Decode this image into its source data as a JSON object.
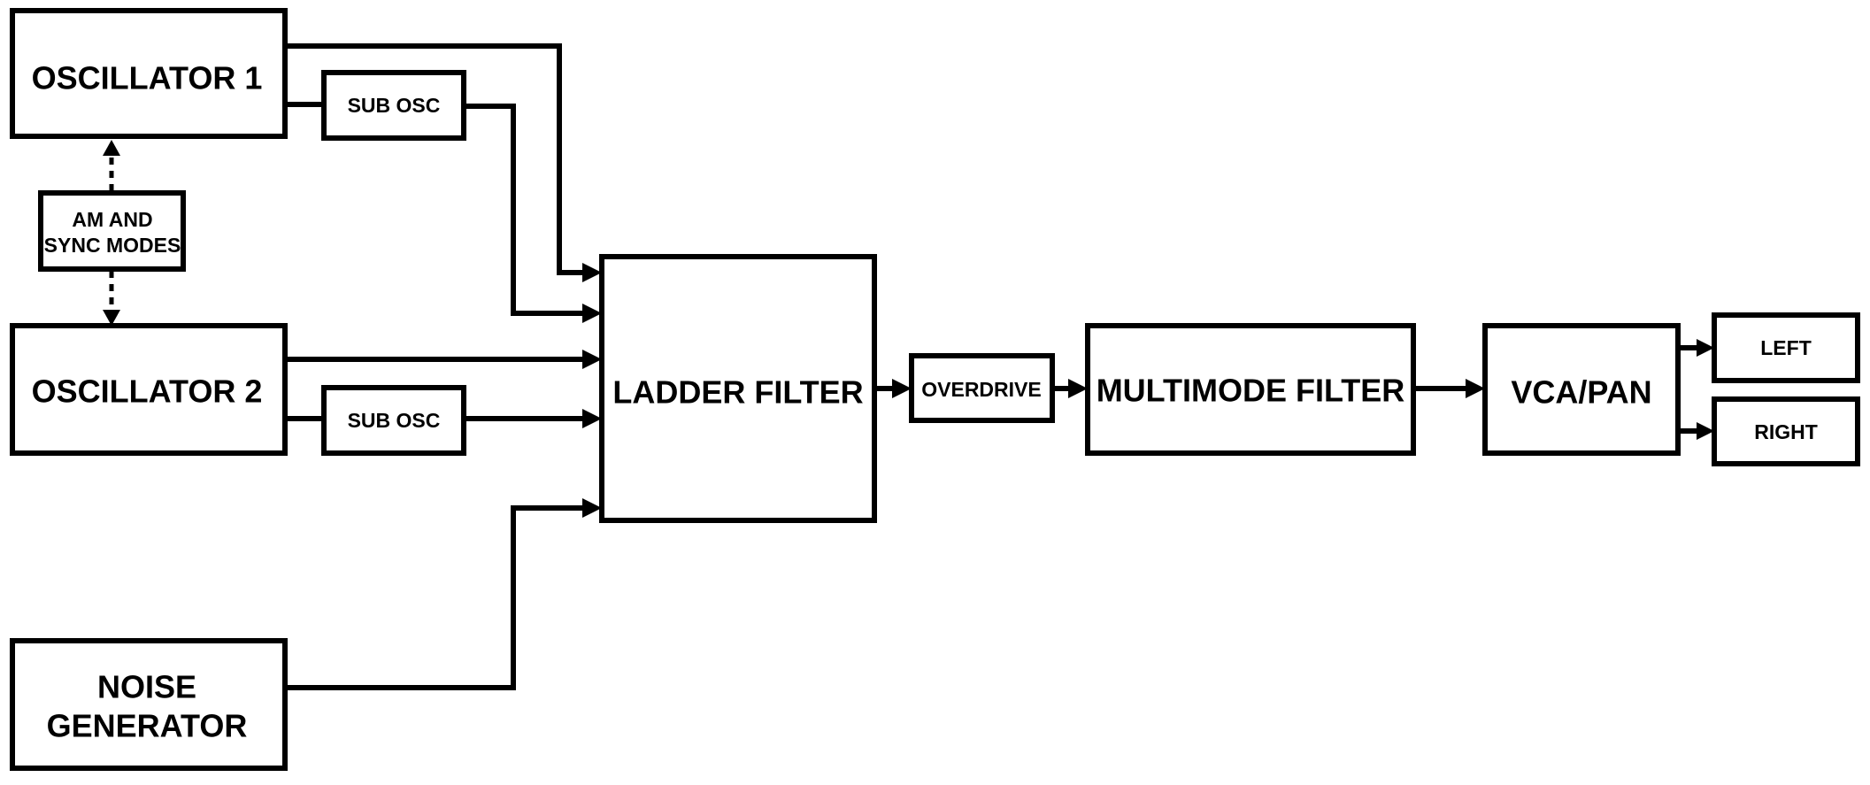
{
  "blocks": {
    "osc1": "OSCILLATOR 1",
    "osc2": "OSCILLATOR 2",
    "sub1": "SUB OSC",
    "sub2": "SUB OSC",
    "am_sync": [
      "AM AND",
      "SYNC MODES"
    ],
    "noise": [
      "NOISE",
      "GENERATOR"
    ],
    "ladder": "LADDER FILTER",
    "overdrive": "OVERDRIVE",
    "multimode": "MULTIMODE FILTER",
    "vca": "VCA/PAN",
    "left": "LEFT",
    "right": "RIGHT"
  },
  "connections": [
    {
      "from": "osc1",
      "to": "sub1",
      "arrow": false
    },
    {
      "from": "osc1",
      "to": "ladder",
      "arrow": true
    },
    {
      "from": "sub1",
      "to": "ladder",
      "arrow": true
    },
    {
      "from": "osc2",
      "to": "ladder",
      "arrow": true
    },
    {
      "from": "osc2",
      "to": "sub2",
      "arrow": false
    },
    {
      "from": "sub2",
      "to": "ladder",
      "arrow": true
    },
    {
      "from": "noise",
      "to": "ladder",
      "arrow": true
    },
    {
      "from": "ladder",
      "to": "overdrive",
      "arrow": true
    },
    {
      "from": "overdrive",
      "to": "multimode",
      "arrow": true
    },
    {
      "from": "multimode",
      "to": "vca",
      "arrow": true
    },
    {
      "from": "vca",
      "to": "left",
      "arrow": true
    },
    {
      "from": "vca",
      "to": "right",
      "arrow": true
    },
    {
      "from": "am_sync",
      "to": "osc1",
      "arrow": true,
      "dashed": true
    },
    {
      "from": "am_sync",
      "to": "osc2",
      "arrow": true,
      "dashed": true
    }
  ]
}
